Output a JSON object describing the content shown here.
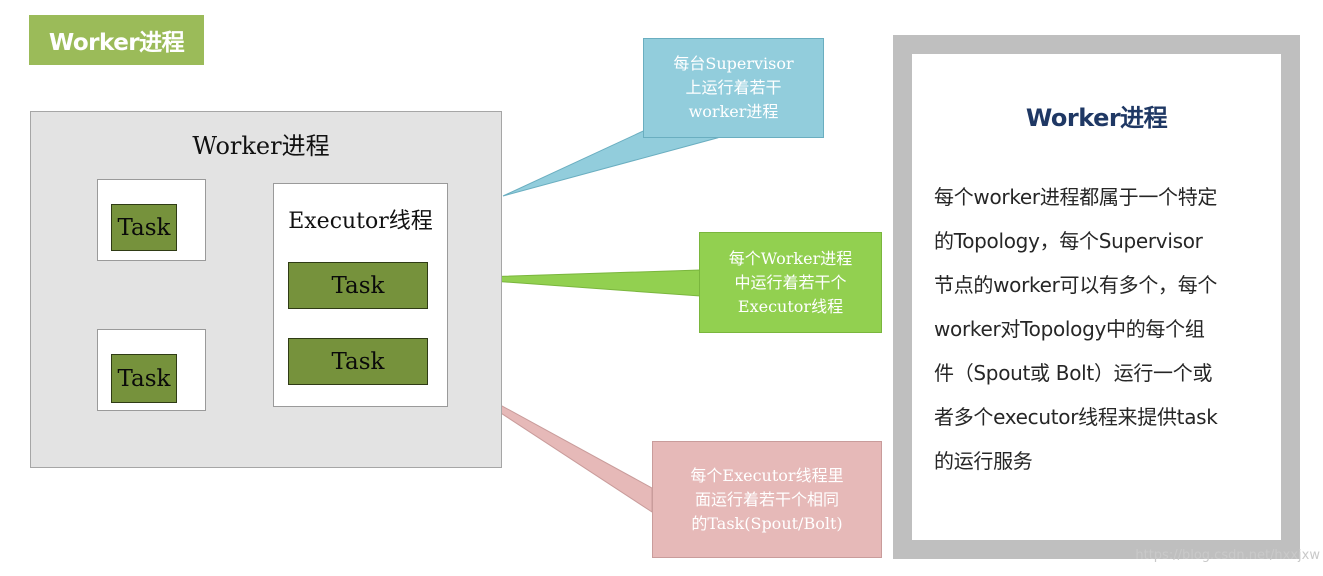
{
  "title_tag": "Worker进程",
  "worker": {
    "title": "Worker进程",
    "standalone_tasks": [
      "Task",
      "Task"
    ],
    "executor": {
      "title": "Executor线程",
      "tasks": [
        "Task",
        "Task"
      ]
    }
  },
  "callouts": {
    "supervisor": [
      "每台Supervisor",
      "上运行着若干",
      "worker进程"
    ],
    "worker": [
      "每个Worker进程",
      "中运行着若干个",
      "Executor线程"
    ],
    "executor": [
      "每个Executor线程里",
      "面运行着若干个相同",
      "的Task(Spout/Bolt)"
    ]
  },
  "callout_colors": {
    "supervisor": "#92cddc",
    "worker": "#92d050",
    "executor": "#e6b9b8"
  },
  "description": {
    "title": "Worker进程",
    "lines": [
      "每个worker进程都属于一个特定",
      "的Topology，每个Supervisor",
      "节点的worker可以有多个，每个",
      "worker对Topology中的每个组",
      "件（Spout或 Bolt）运行一个或",
      "者多个executor线程来提供task",
      "的运行服务"
    ]
  },
  "watermark": "https://blog.csdn.net/hxxjxw"
}
